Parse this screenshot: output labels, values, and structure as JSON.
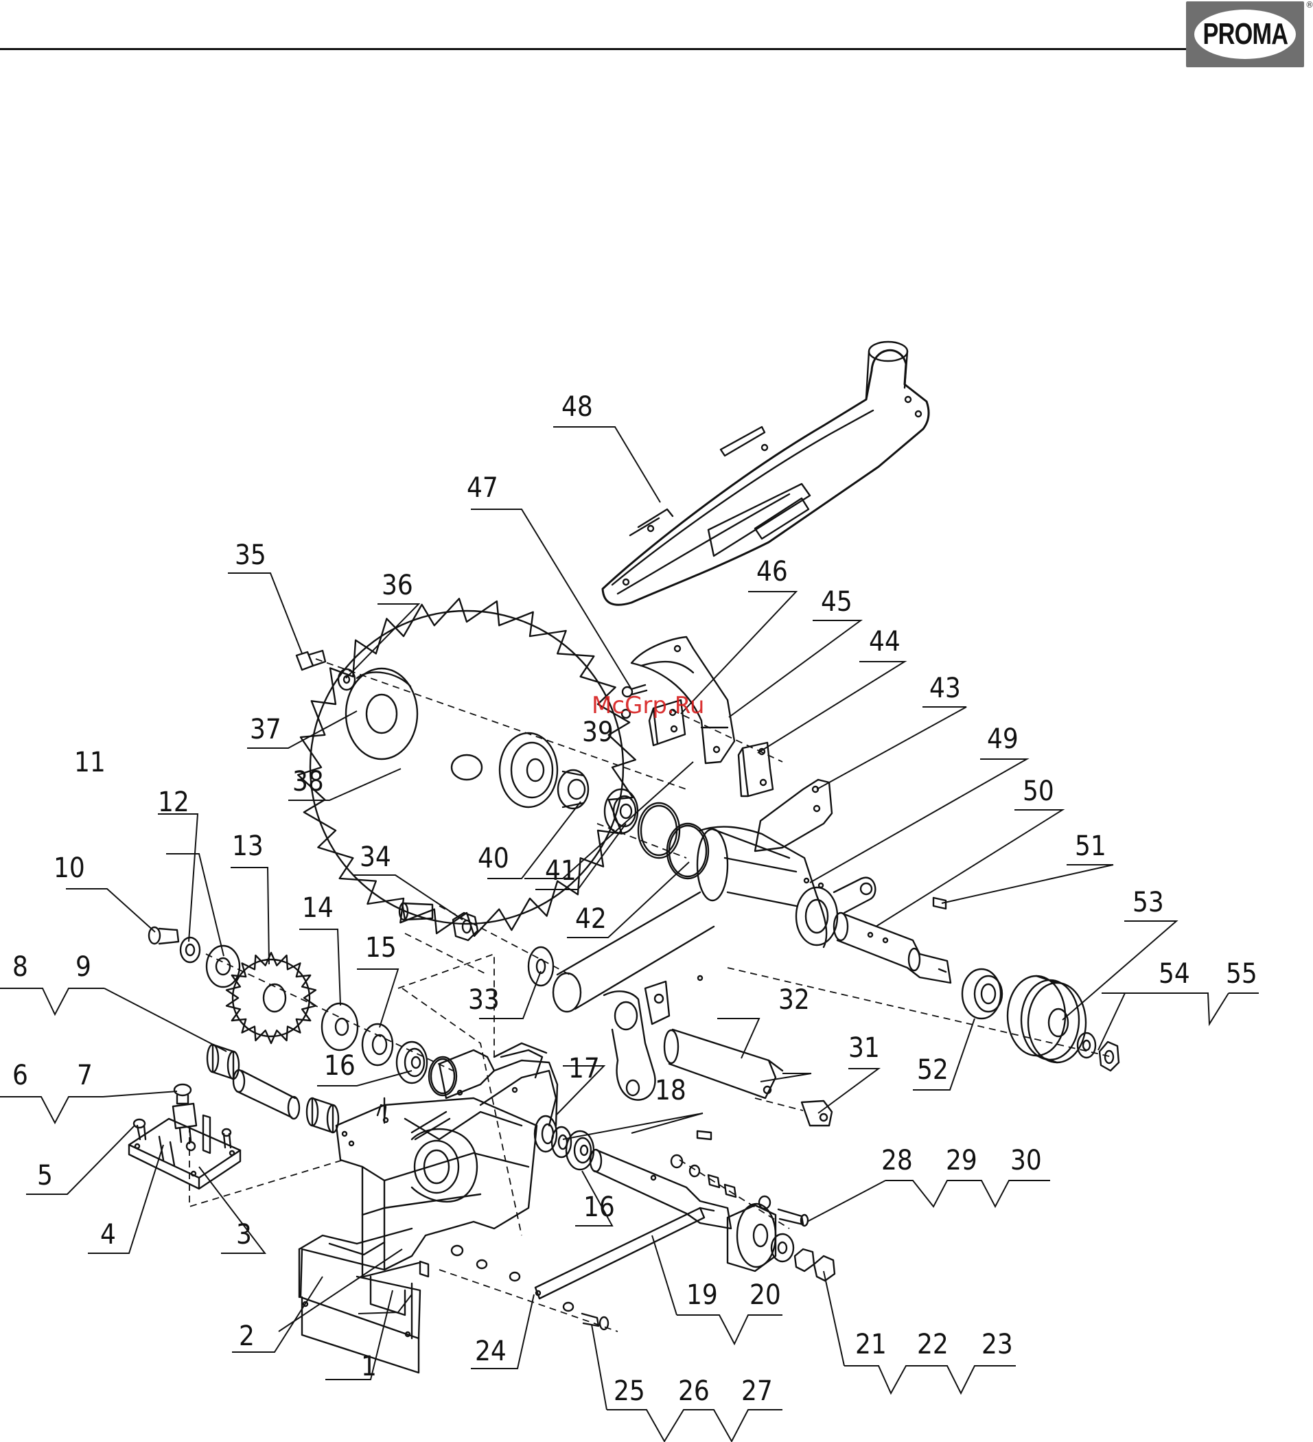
{
  "header": {
    "logo_text": "PROMA",
    "logo_registered": "®"
  },
  "watermark": "McGrp.Ru",
  "callouts": [
    "1",
    "2",
    "3",
    "4",
    "5",
    "6",
    "7",
    "8",
    "9",
    "10",
    "11",
    "12",
    "13",
    "14",
    "15",
    "16",
    "16",
    "17",
    "18",
    "19",
    "20",
    "21",
    "22",
    "23",
    "24",
    "25",
    "26",
    "27",
    "28",
    "29",
    "30",
    "31",
    "32",
    "33",
    "34",
    "35",
    "36",
    "37",
    "38",
    "39",
    "40",
    "41",
    "42",
    "43",
    "44",
    "45",
    "46",
    "47",
    "48",
    "49",
    "50",
    "51",
    "52",
    "53",
    "54",
    "55"
  ]
}
